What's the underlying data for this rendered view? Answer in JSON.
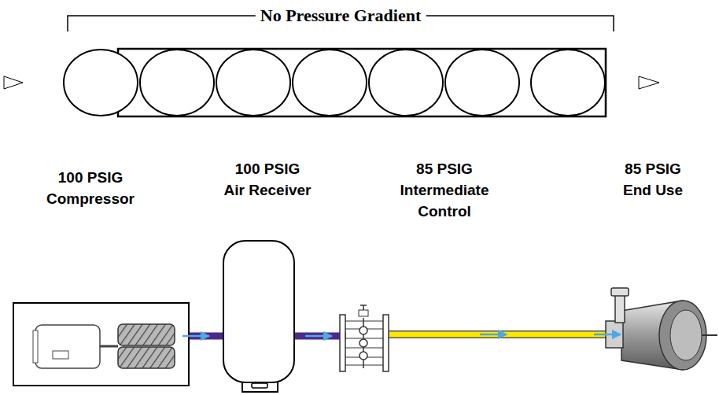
{
  "diagram": {
    "title": "No Pressure Gradient",
    "labels": [
      "100 PSIG",
      "Compressor",
      "100 PSIG",
      "Air Receiver",
      "85 PSIG",
      "Intermediate Control",
      "85 PSIG",
      "End Use"
    ]
  }
}
